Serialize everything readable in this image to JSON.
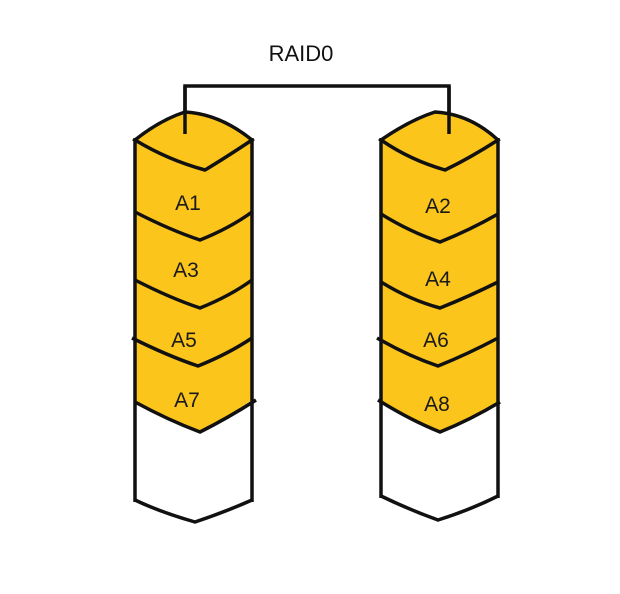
{
  "title": "RAID0",
  "colors": {
    "block_fill": "#fbc51b",
    "outline": "#111111",
    "background": "#ffffff"
  },
  "disks": [
    {
      "blocks": [
        "A1",
        "A3",
        "A5",
        "A7"
      ]
    },
    {
      "blocks": [
        "A2",
        "A4",
        "A6",
        "A8"
      ]
    }
  ]
}
